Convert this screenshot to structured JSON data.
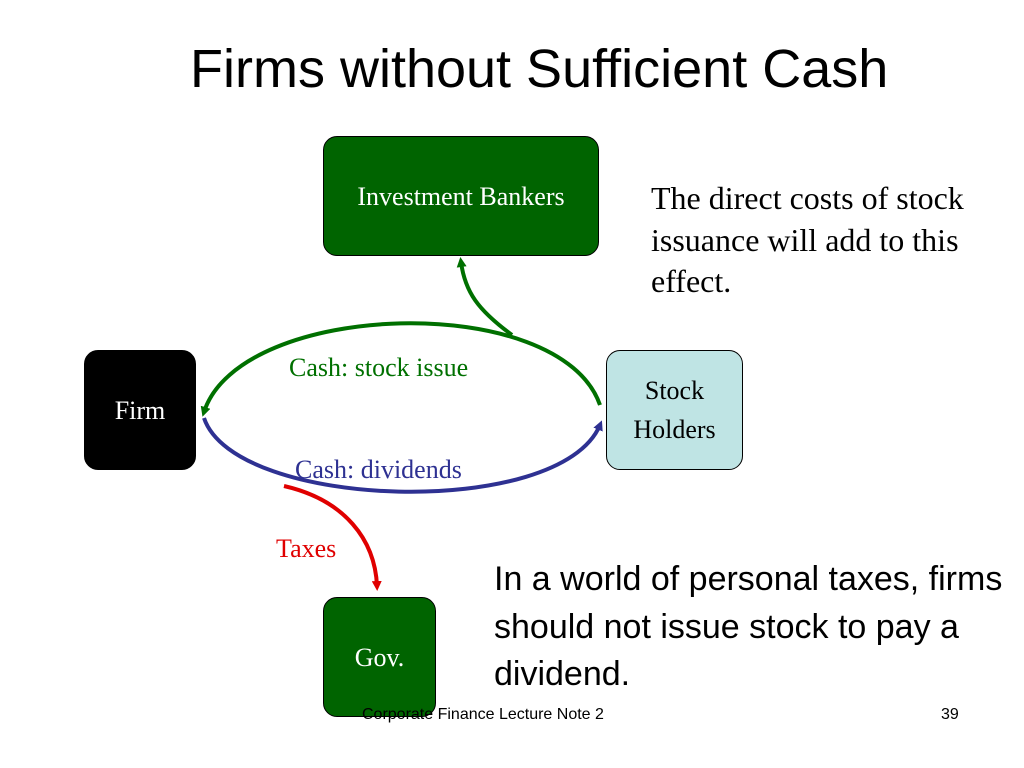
{
  "slide": {
    "title": "Firms without Sufficient Cash",
    "nodes": {
      "investment_bankers": "Investment Bankers",
      "firm": "Firm",
      "stock_holders": "Stock Holders",
      "gov": "Gov."
    },
    "edges": {
      "stock_issue": "Cash: stock issue",
      "dividends": "Cash: dividends",
      "taxes": "Taxes"
    },
    "note_top": "The direct costs of stock issuance will add to this effect.",
    "note_bottom": "In a world of personal taxes, firms should not issue stock to pay a dividend.",
    "footer": {
      "course": "Corporate Finance Lecture Note 2",
      "page_number": "39"
    },
    "colors": {
      "bankers_fill": "#006400",
      "firm_fill": "#000000",
      "holders_fill": "#bfe4e4",
      "gov_fill": "#006400",
      "stock_issue_arrow": "#007000",
      "dividends_arrow": "#2e3192",
      "taxes_arrow": "#e00000"
    }
  }
}
